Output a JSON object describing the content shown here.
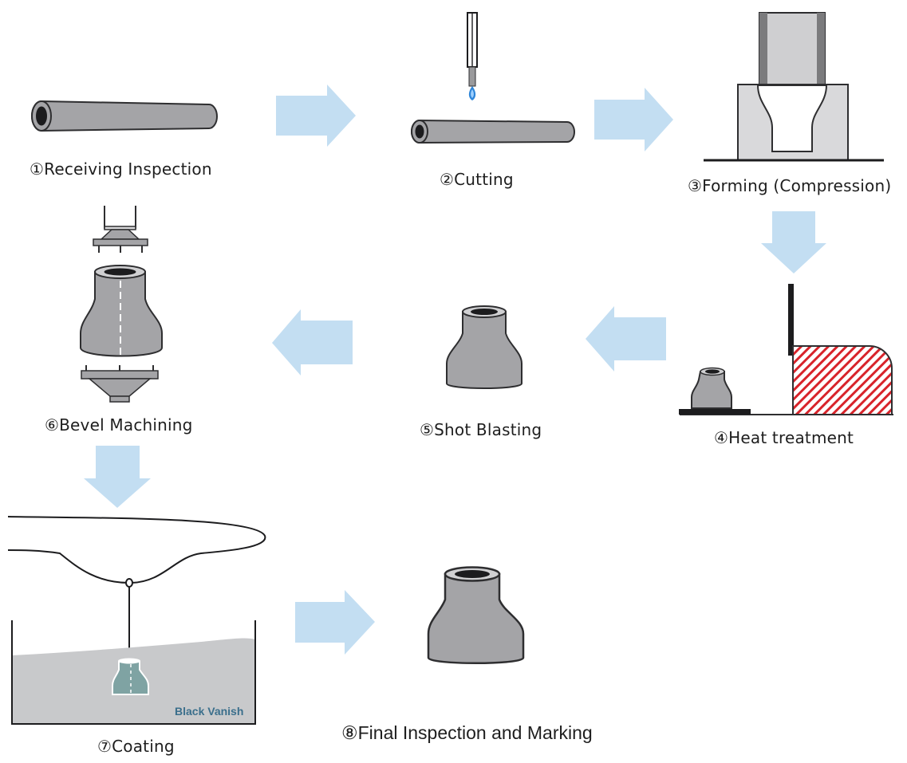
{
  "colors": {
    "arrow": "#c3def2",
    "metal": "#a4a4a7",
    "metal_dark": "#3e3e40",
    "heat_hatch": "#d8232a",
    "coating_liquid": "#c8c9cb",
    "coated_part": "#7fa3a3"
  },
  "icons": [
    "pipe",
    "cutting-torch",
    "press-die",
    "reducer",
    "furnace",
    "bevel-machine",
    "coating-tank",
    "flow-arrow"
  ],
  "steps": [
    {
      "label": "①Receiving Inspection"
    },
    {
      "label": "②Cutting"
    },
    {
      "label": "③Forming (Compression)"
    },
    {
      "label": "④Heat treatment"
    },
    {
      "label": "⑤Shot Blasting"
    },
    {
      "label": "⑥Bevel Machining"
    },
    {
      "label": "⑦Coating"
    },
    {
      "label": "⑧Final Inspection and Marking"
    }
  ],
  "coating_caption": "Black Vanish"
}
